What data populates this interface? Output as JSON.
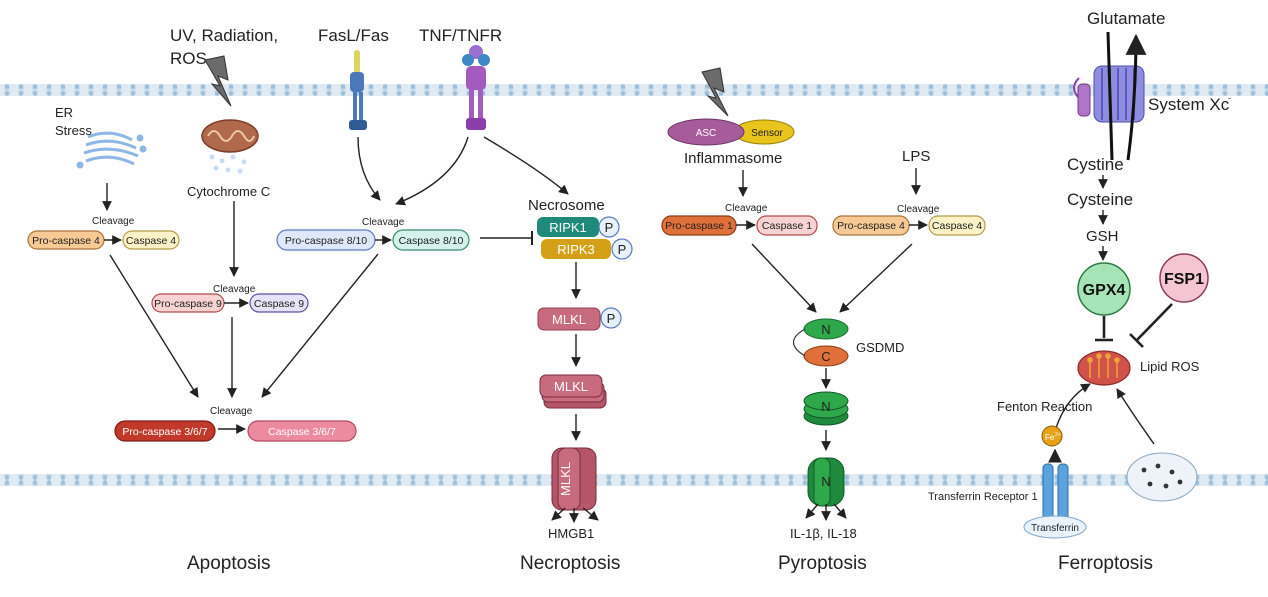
{
  "sections": {
    "apoptosis": "Apoptosis",
    "necroptosis": "Necroptosis",
    "pyroptosis": "Pyroptosis",
    "ferroptosis": "Ferroptosis"
  },
  "apoptosis": {
    "uv": "UV, Radiation,",
    "ros": "ROS",
    "er1": "ER",
    "er2": "Stress",
    "cytochrome": "Cytochrome C",
    "fasl": "FasL/Fas",
    "tnf": "TNF/TNFR",
    "cleavage": "Cleavage",
    "pro_casp4": "Pro-caspase 4",
    "casp4": "Caspase 4",
    "pro_casp9": "Pro-caspase 9",
    "casp9": "Caspase 9",
    "pro_casp810": "Pro-caspase 8/10",
    "casp810": "Caspase 8/10",
    "pro_casp367": "Pro-caspase 3/6/7",
    "casp367": "Caspase 3/6/7"
  },
  "necroptosis": {
    "necrosome": "Necrosome",
    "ripk1": "RIPK1",
    "ripk3": "RIPK3",
    "p": "P",
    "mlkl": "MLKL",
    "hmgb1": "HMGB1"
  },
  "pyroptosis": {
    "asc": "ASC",
    "sensor": "Sensor",
    "inflammasome": "Inflammasome",
    "lps": "LPS",
    "cleavage": "Cleavage",
    "pro_casp1": "Pro-caspase 1",
    "casp1": "Caspase 1",
    "pro_casp4": "Pro-caspase 4",
    "casp4": "Caspase 4",
    "n": "N",
    "c": "C",
    "gsdmd": "GSDMD",
    "il": "IL-1β, IL-18"
  },
  "ferroptosis": {
    "glutamate": "Glutamate",
    "system": "System Xc",
    "system_sup": "-",
    "cystine": "Cystine",
    "cysteine": "Cysteine",
    "gsh": "GSH",
    "gpx4": "GPX4",
    "fsp1": "FSP1",
    "lipid_ros": "Lipid ROS",
    "fenton": "Fenton Reaction",
    "fe": "Fe",
    "fe_sup": "2+",
    "tfr": "Transferrin Receptor 1",
    "transferrin": "Transferrin"
  },
  "colors": {
    "membrane": "#b9d3e6",
    "pro_casp4_fill": "#f6c995",
    "casp4_fill": "#fbf2c7",
    "pro_casp9_fill": "#f7d3d3",
    "casp9_fill": "#e6e3f6",
    "pro_casp810_fill": "#dfe8fb",
    "casp810_fill": "#d4f1ea",
    "pro_casp367_fill": "#c0392b",
    "casp367_fill": "#ec8aa0",
    "ripk1_fill": "#1f8a7a",
    "ripk3_fill": "#d4a017",
    "mlkl_fill": "#c86b7e",
    "gsdmd_n_fill": "#2ea84a",
    "gsdmd_c_fill": "#e0703a",
    "gpx4_fill": "#a6e3b6",
    "fsp1_fill": "#f4c6d3",
    "asc_fill": "#a65b9b",
    "sensor_fill": "#e8c41c"
  }
}
